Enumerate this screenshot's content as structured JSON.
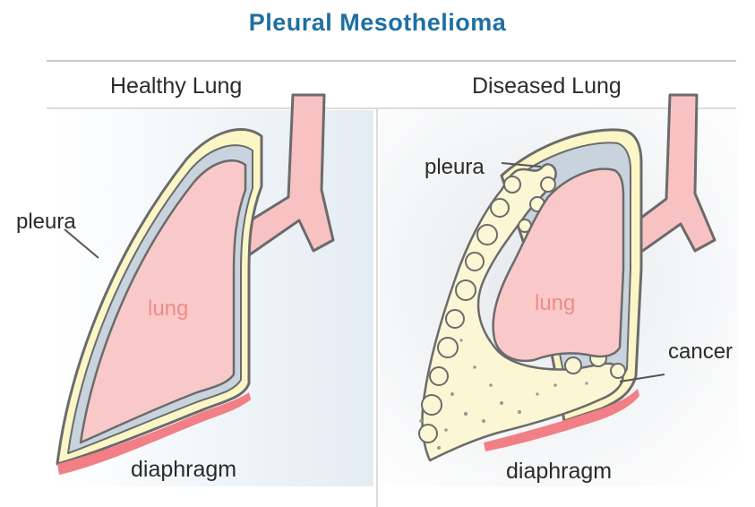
{
  "title": "Pleural Mesothelioma",
  "panels": [
    {
      "heading": "Healthy Lung",
      "labels": {
        "pleura": "pleura",
        "lung": "lung",
        "diaphragm": "diaphragm"
      }
    },
    {
      "heading": "Diseased Lung",
      "labels": {
        "pleura": "pleura",
        "lung": "lung",
        "cancer": "cancer",
        "diaphragm": "diaphragm"
      }
    }
  ],
  "colors": {
    "title": "#1f6fa3",
    "lung": "#f9c9c9",
    "lung_label": "#f08a8a",
    "pleura_outer": "#fbf6c6",
    "pleura_inner": "#c8d3dd",
    "diaphragm": "#f27f86",
    "tumor": "#fbf6d4",
    "trachea": "#f9c2c2"
  }
}
